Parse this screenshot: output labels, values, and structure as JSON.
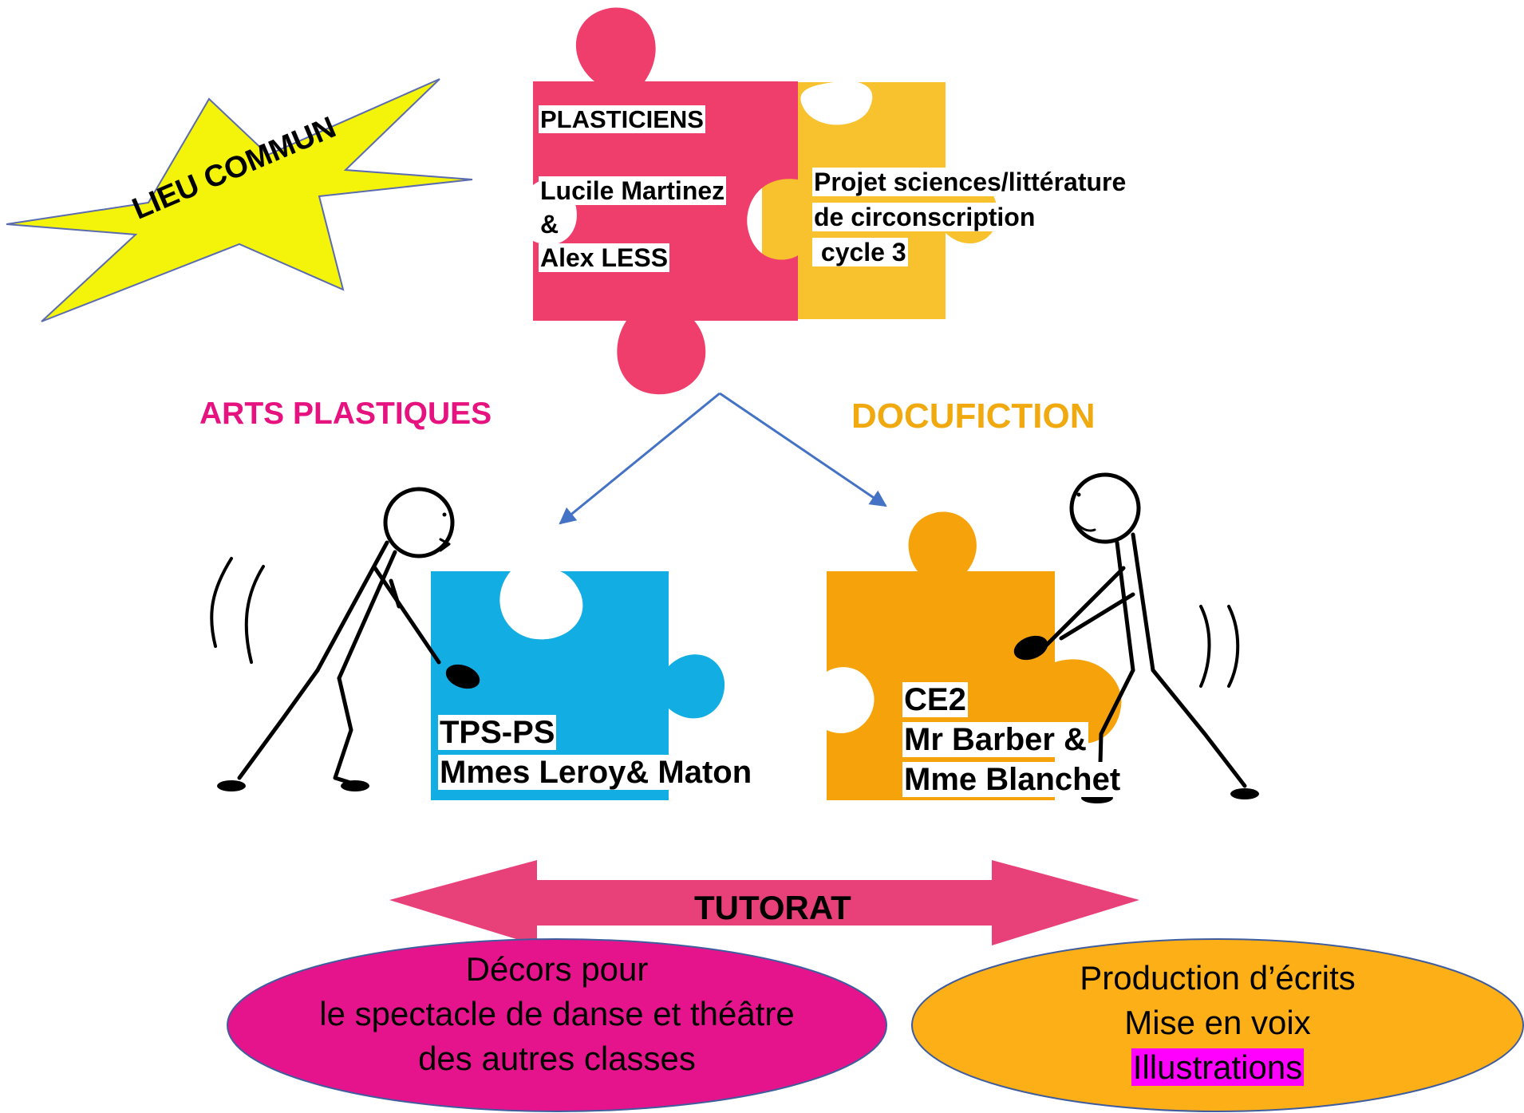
{
  "star": {
    "label": "LIEU COMMUN"
  },
  "top_pieces": {
    "left_title": "PLASTICIENS",
    "left_names": [
      "Lucile Martinez",
      "&",
      "Alex LESS"
    ],
    "right_lines": [
      "Projet sciences/littérature",
      "de circonscription",
      " cycle 3"
    ]
  },
  "headings": {
    "left": "ARTS PLASTIQUES",
    "right": "DOCUFICTION"
  },
  "blue_piece": {
    "lines": [
      "TPS-PS",
      "Mmes Leroy& Maton"
    ]
  },
  "orange_piece": {
    "lines": [
      "CE2",
      "Mr Barber &",
      "Mme Blanchet"
    ]
  },
  "arrow": {
    "label": "TUTORAT"
  },
  "ellipse_left": {
    "lines": [
      "Décors pour",
      "le spectacle de danse et théâtre",
      "des autres classes"
    ]
  },
  "ellipse_right": {
    "lines": [
      "Production d’écrits",
      "Mise en voix",
      "Illustrations"
    ]
  },
  "colors": {
    "pink_piece": "#ef3e6b",
    "yellow_piece": "#f7c22e",
    "blue_piece": "#12ade3",
    "orange_piece": "#f6a20a",
    "star": "#f4f40a",
    "heading_left": "#e6127f",
    "heading_right": "#f0aa10",
    "tutorat_arrow": "#e8417a",
    "ellipse_left": "#e6148c",
    "ellipse_right": "#fcaf17",
    "connector": "#4472c4",
    "highlight": "#ff00ff"
  }
}
